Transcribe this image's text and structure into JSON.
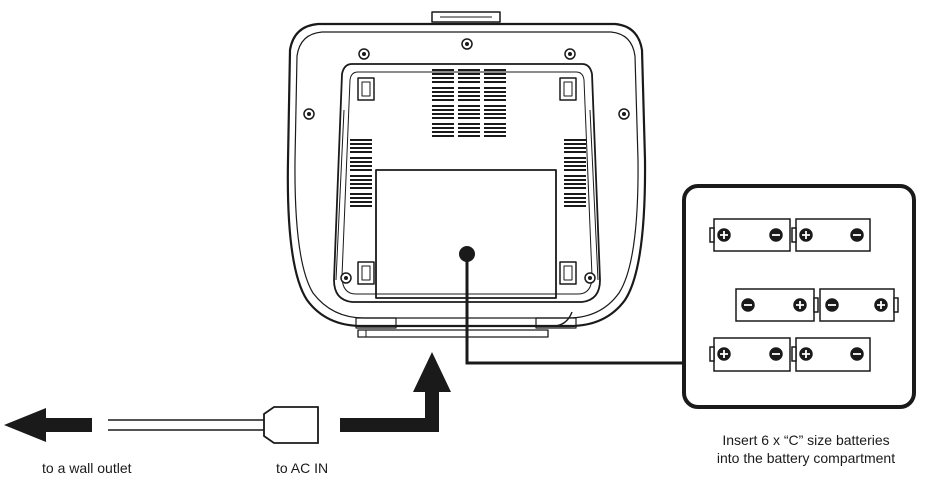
{
  "captions": {
    "wall_outlet": "to a wall outlet",
    "ac_in": "to AC IN",
    "battery_line1": "Insert 6 x “C” size batteries",
    "battery_line2": "into the battery compartment"
  },
  "battery_count": 6,
  "colors": {
    "line": "#1a1a1a",
    "background": "#ffffff"
  },
  "icons": [
    "left-arrow-icon",
    "up-arrow-icon",
    "plug-icon",
    "battery-icon",
    "plus-terminal-icon",
    "minus-terminal-icon"
  ]
}
